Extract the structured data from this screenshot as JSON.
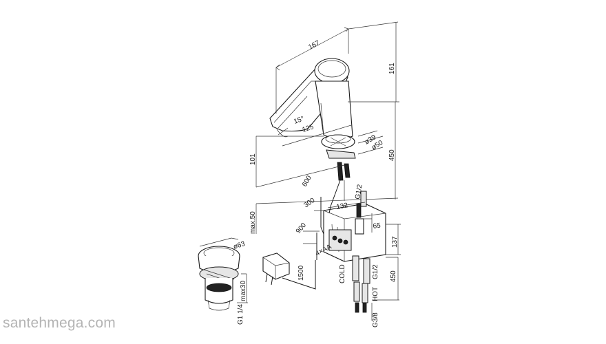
{
  "dimensions": {
    "d167": "167",
    "d161": "161",
    "d15deg": "15°",
    "d125": "125",
    "d39": "ø39",
    "d50": "ø50",
    "d101": "101",
    "d450a": "450",
    "d600": "600",
    "dG12a": "G1/2",
    "d300": "300",
    "d132": "132",
    "d65": "65",
    "d900": "900",
    "d137": "137",
    "dmax50": "max.50",
    "d63": "ø63",
    "d4aa": "4×AA",
    "d1500": "1500",
    "dG12b": "G1/2",
    "d450b": "450",
    "dcold": "COLD",
    "dhot": "HOT",
    "dmax30": "max30",
    "dG114": "G1 1/4",
    "dG38": "G3/8"
  },
  "watermark": "santehmega.com"
}
